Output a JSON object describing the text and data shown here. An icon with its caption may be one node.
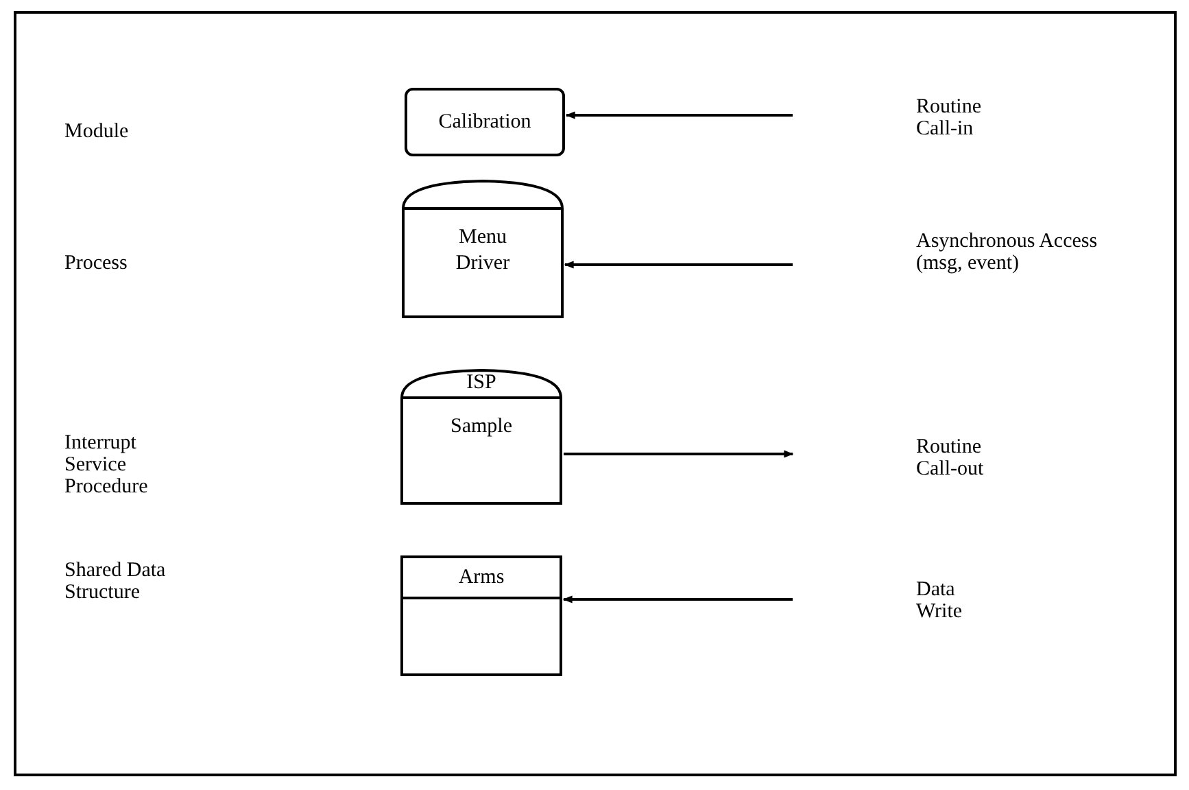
{
  "diagram": {
    "nodes": [
      {
        "text": [
          "Calibration"
        ]
      },
      {
        "text": [
          "Menu Driver"
        ]
      },
      {
        "text": [
          "ISP",
          "Sample"
        ]
      },
      {
        "text": [
          "Arms"
        ]
      }
    ],
    "edges": [
      {
        "from": null,
        "to": 0,
        "arrow": "to"
      },
      {
        "from": null,
        "to": 1,
        "arrow": "to"
      },
      {
        "from": 2,
        "to": null,
        "arrow": "to"
      },
      {
        "from": null,
        "to": 3,
        "arrow": "to"
      }
    ],
    "labels": [
      "Module",
      "Routine Call-in",
      "Process",
      "Asynchronous Access (msg, event)",
      "Interrupt Service Procedure",
      "Routine Call-out",
      "Shared Data Structure",
      "Data Write"
    ]
  }
}
